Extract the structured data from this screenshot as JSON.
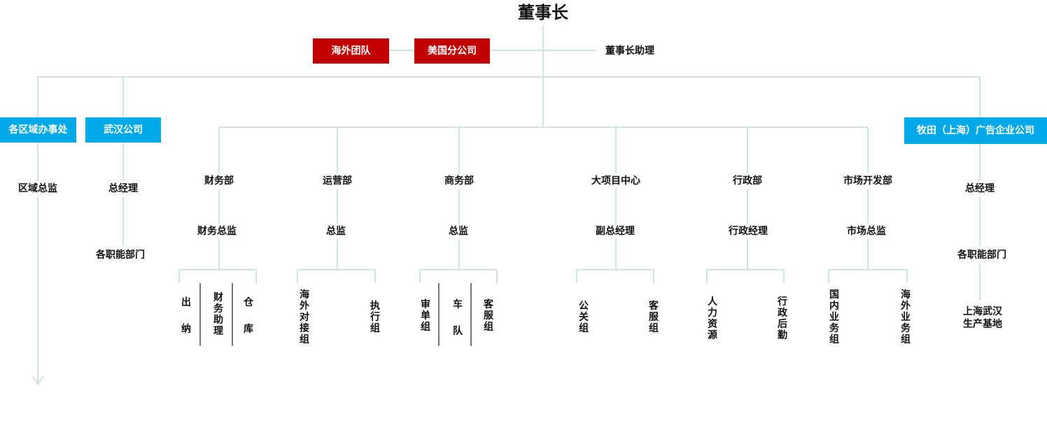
{
  "top": {
    "chairman": "董事长",
    "overseas_team": "海外团队",
    "us_branch": "美国分公司",
    "assistant": "董事长助理"
  },
  "left": {
    "regional_office": "各区域办事处",
    "regional_director": "区域总监",
    "wuhan_company": "武汉公司",
    "wuhan_gm": "总经理",
    "wuhan_depts": "各职能部门"
  },
  "right": {
    "makita_company": "牧田（上海）广告企业公司",
    "makita_gm": "总经理",
    "makita_depts": "各职能部门",
    "production_base": "上海武汉生产基地"
  },
  "departments": {
    "finance": {
      "name": "财务部",
      "head": "财务总监",
      "subs": [
        "出纳",
        "财务助理",
        "仓库"
      ]
    },
    "operations": {
      "name": "运营部",
      "head": "总监",
      "subs": [
        "海外对接组",
        "执行组"
      ]
    },
    "business": {
      "name": "商务部",
      "head": "总监",
      "subs": [
        "审单组",
        "车队",
        "客服组"
      ]
    },
    "major_projects": {
      "name": "大项目中心",
      "head": "副总经理",
      "subs": [
        "公关组",
        "客服组"
      ]
    },
    "admin": {
      "name": "行政部",
      "head": "行政经理",
      "subs": [
        "人力资源",
        "行政后勤"
      ]
    },
    "market_dev": {
      "name": "市场开发部",
      "head": "市场总监",
      "subs": [
        "国内业务组",
        "海外业务组"
      ]
    }
  },
  "colors": {
    "red_box": "#c00000",
    "blue_box": "#00a8e8",
    "connector": "#cfe3e3"
  },
  "icons": [
    "down-arrow-icon"
  ]
}
